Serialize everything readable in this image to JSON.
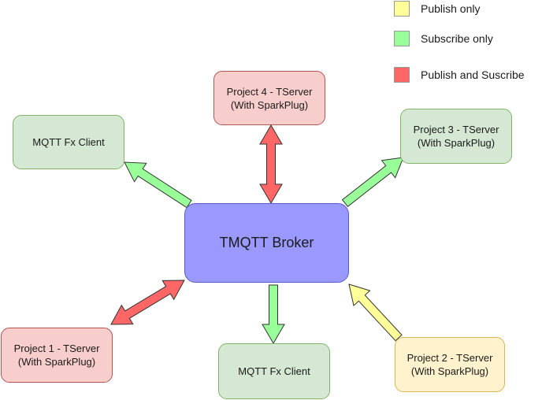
{
  "legend": [
    {
      "label": "Publish only",
      "color": "#ffff99",
      "border": "#999999"
    },
    {
      "label": "Subscribe only",
      "color": "#99ff99",
      "border": "#999999"
    },
    {
      "label": "Publish and Suscribe",
      "color": "#ff6666",
      "border": "#999999"
    }
  ],
  "broker": {
    "label": "TMQTT Broker",
    "color": "#9999ff"
  },
  "nodes": {
    "project4": {
      "line1": "Project 4 - TServer",
      "line2": "(With SparkPlug)",
      "role": "publish-and-subscribe"
    },
    "mqtt_fx_top": {
      "line1": "MQTT Fx Client",
      "role": "subscribe-only"
    },
    "project3": {
      "line1": "Project 3 - TServer",
      "line2": "(With SparkPlug)",
      "role": "subscribe-only"
    },
    "project1": {
      "line1": "Project 1 - TServer",
      "line2": "(With SparkPlug)",
      "role": "publish-and-subscribe"
    },
    "mqtt_fx_bottom": {
      "line1": "MQTT Fx Client",
      "role": "subscribe-only"
    },
    "project2": {
      "line1": "Project 2 - TServer",
      "line2": "(With SparkPlug)",
      "role": "publish-only"
    }
  },
  "colors": {
    "publish_only": "#ffff99",
    "subscribe_only": "#99ff99",
    "publish_and_subscribe": "#ff6666",
    "arrow_stroke": "#333333"
  }
}
